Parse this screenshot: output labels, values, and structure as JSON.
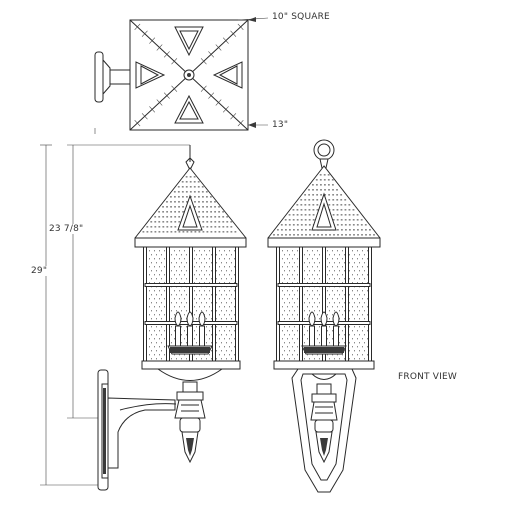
{
  "labels": {
    "square_dim": "10\" SQUARE",
    "mount_dim": "13\"",
    "mid_height": "23 7/8\"",
    "total_height": "29\"",
    "view_name": "FRONT VIEW"
  },
  "colors": {
    "line": "#2a2a2a",
    "paper": "#ffffff",
    "shade": "#8a8a8a"
  }
}
